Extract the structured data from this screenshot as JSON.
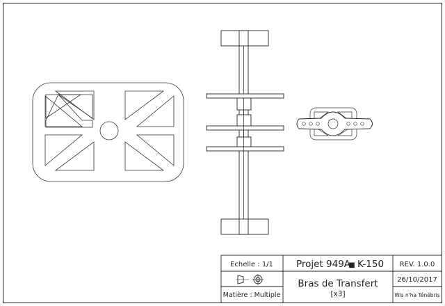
{
  "drawing": {
    "stroke_color": "#222222",
    "background": "#ffffff",
    "views": [
      "top-view-frame",
      "side-view-shaft",
      "front-view-servo-arm"
    ]
  },
  "title_block": {
    "scale": "Echelle : 1/1",
    "project": "Projet 949A",
    "project_separator": "■",
    "part_number": "K-150",
    "revision": "REV. 1.0.0",
    "projection_symbol": "third-angle-projection-icon",
    "title": "Bras de Transfert",
    "quantity": "[x3]",
    "date": "26/10/2017",
    "material": "Matière : Multiple",
    "author": "Wis n'ha Ténébris"
  }
}
